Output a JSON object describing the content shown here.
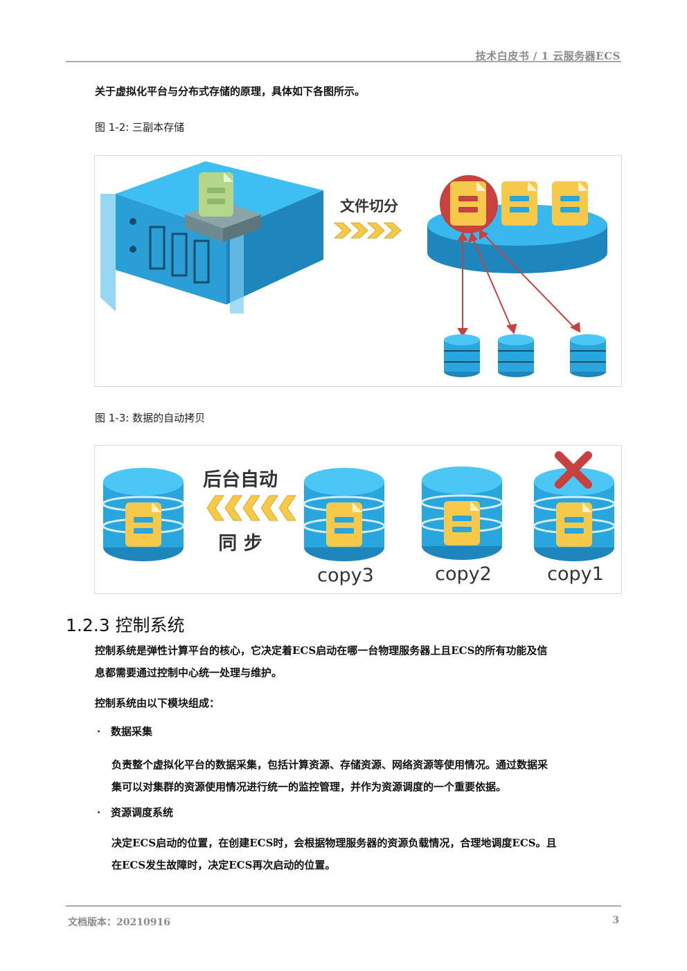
{
  "header": {
    "title": "技术白皮书 / 1 云服务器ECS"
  },
  "intro": "关于虚拟化平台与分布式存储的原理，具体如下各图所示。",
  "figure1": {
    "caption": "图 1-2: 三副本存储",
    "label": "文件切分"
  },
  "figure2": {
    "caption": "图 1-3: 数据的自动拷贝",
    "label_top": "后台自动",
    "label_bottom": "同 步",
    "copies": [
      "copy3",
      "copy2",
      "copy1"
    ]
  },
  "section": {
    "title": "1.2.3 控制系统",
    "para1_line1": "控制系统是弹性计算平台的核心，它决定着ECS启动在哪一台物理服务器上且ECS的所有功能及信",
    "para1_line2": "息都需要通过控制中心统一处理与维护。",
    "para2": "控制系统由以下模块组成：",
    "bullets": [
      {
        "title": "数据采集",
        "line1": "负责整个虚拟化平台的数据采集，包括计算资源、存储资源、网络资源等使用情况。通过数据采",
        "line2": "集可以对集群的资源使用情况进行统一的监控管理，并作为资源调度的一个重要依据。"
      },
      {
        "title": "资源调度系统",
        "line1": "决定ECS启动的位置，在创建ECS时，会根据物理服务器的资源负载情况，合理地调度ECS。且",
        "line2": "在ECS发生故障时，决定ECS再次启动的位置。"
      }
    ]
  },
  "footer": {
    "version": "文档版本：20210916",
    "page": "3"
  },
  "colors": {
    "blue": "#2aa6de",
    "yellow": "#f6c94a",
    "red": "#c0392b",
    "rule": "#a9a9a9"
  }
}
